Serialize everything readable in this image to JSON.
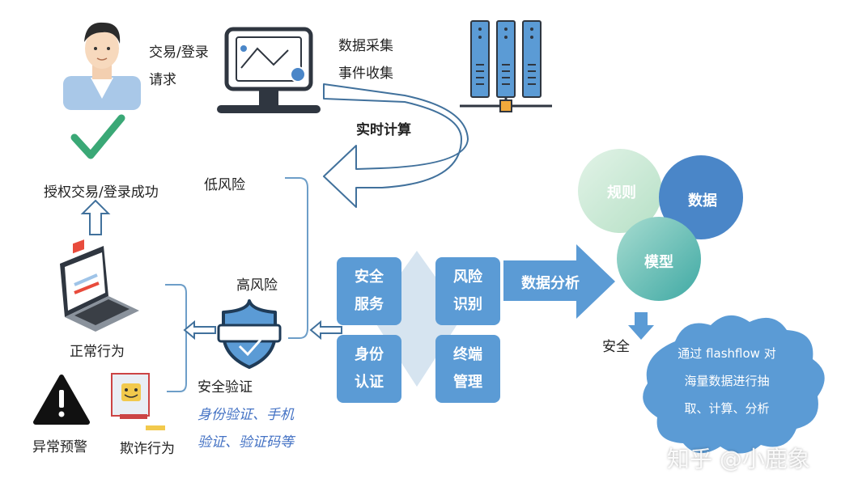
{
  "top": {
    "request_line1": "交易/登录",
    "request_line2": "请求",
    "collect_line1": "数据采集",
    "collect_line2": "事件收集",
    "realtime": "实时计算"
  },
  "left": {
    "success": "授权交易/登录成功",
    "normal": "正常行为",
    "alert": "异常预警",
    "fraud": "欺诈行为"
  },
  "middle": {
    "low_risk": "低风险",
    "high_risk": "高风险",
    "verify_title": "安全验证",
    "verify_desc_line1": "身份验证、手机",
    "verify_desc_line2": "验证、验证码等"
  },
  "tiles": [
    {
      "line1": "安全",
      "line2": "服务"
    },
    {
      "line1": "风险",
      "line2": "识别"
    },
    {
      "line1": "身份",
      "line2": "认证"
    },
    {
      "line1": "终端",
      "line2": "管理"
    }
  ],
  "right": {
    "analysis": "数据分析",
    "circle_rules": "规则",
    "circle_data": "数据",
    "circle_model": "模型",
    "safe": "安全",
    "cloud_line1": "通过 flashflow 对",
    "cloud_line2": "海量数据进行抽",
    "cloud_line3": "取、计算、分析"
  },
  "watermark": "知乎 @小鹿象",
  "colors": {
    "tile_blue": "#5b9bd5",
    "check_green": "#3aa876",
    "outline_blue": "#41719c",
    "circle_rules": "#c9e8d2",
    "circle_data": "#4a86c8",
    "circle_model": "#6cc1bb"
  }
}
